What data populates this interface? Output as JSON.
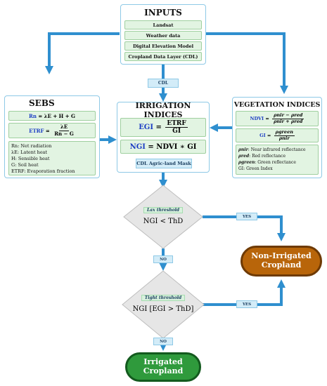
{
  "inputs": {
    "title": "INPUTS",
    "items": [
      "Landsat",
      "Weather data",
      "Digital Elevation Model",
      "Cropland Data Layer (CDL)"
    ]
  },
  "cdl_tag": "CDL",
  "sebs": {
    "title": "SEBS",
    "eq1_lhs": "Rn",
    "eq1_rhs": " = λE + H + G",
    "eq2_lhs": "ETRF",
    "eq2_eq": " = ",
    "eq2_num": "λE",
    "eq2_den": "Rn − G",
    "legend": [
      {
        "sym": "Rn",
        "desc": ": Net radiation"
      },
      {
        "sym": "λE",
        "desc": ": Latent heat"
      },
      {
        "sym": "H",
        "desc": ": Sensible heat"
      },
      {
        "sym": "G",
        "desc": ": Soil heat"
      },
      {
        "sym": "ETRF",
        "desc": ": Evaporation fraction"
      }
    ]
  },
  "irrigation": {
    "title": "IRRIGATION INDICES",
    "egi_lhs": "EGI",
    "egi_eq": " = ",
    "egi_num": "ETRF",
    "egi_den": "GI",
    "ngi_lhs": "NGI",
    "ngi_rhs": " = NDVI ∗ GI",
    "mask": "CDL Agric-land Mask"
  },
  "vegetation": {
    "title": "VEGETATION INDICES",
    "ndvi_lhs": "NDVI",
    "ndvi_eq": " = ",
    "ndvi_num": "ρnir − ρred",
    "ndvi_den": "ρnir + ρred",
    "gi_lhs": "GI",
    "gi_eq": " = ",
    "gi_num": "ρgreen",
    "gi_den": "ρnir",
    "legend": [
      {
        "sym": "ρnir",
        "desc": ": Near infrared reflectance"
      },
      {
        "sym": "ρred",
        "desc": ": Red reflectance"
      },
      {
        "sym": "ρgreen",
        "desc": ": Green reflectance"
      },
      {
        "sym": "GI",
        "desc": ": Green Index"
      }
    ]
  },
  "decision1": {
    "label": "Lax threshold",
    "expr": "NGI < ThD"
  },
  "decision2": {
    "label": "Tight threshold",
    "expr": "NGI [EGI > ThD]"
  },
  "tags": {
    "yes1": "YES",
    "no1": "NO",
    "yes2": "YES",
    "no2": "NO"
  },
  "non_irrigated": {
    "line1": "Non-Irrigated",
    "line2": "Cropland"
  },
  "irrigated": {
    "line1": "Irrigated",
    "line2": "Cropland"
  },
  "colors": {
    "arrow": "#2f8fcf",
    "panel_border": "#8ec9e6",
    "formula_bg": "#e2f4e2",
    "non_irrigated_fill": "#b8650a",
    "irrigated_fill": "#2f9a3c",
    "diamond_fill": "#e6e6e6"
  }
}
